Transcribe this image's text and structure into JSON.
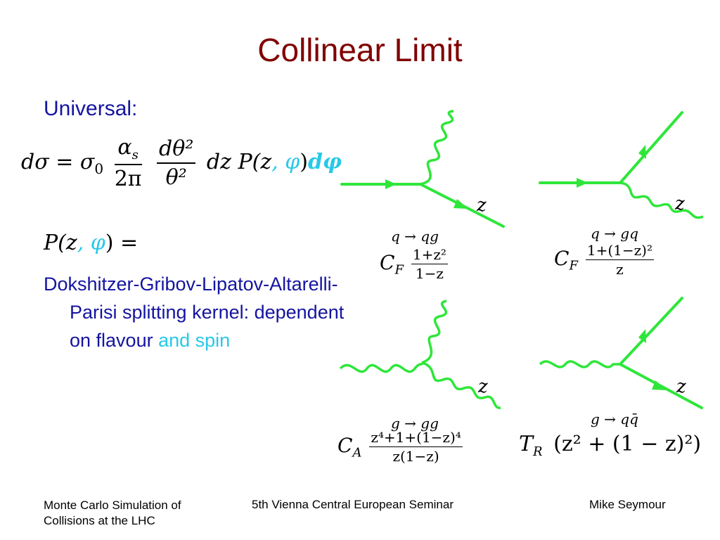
{
  "slide": {
    "title": "Collinear Limit",
    "universal_label": "Universal:",
    "formula": {
      "lhs": "dσ",
      "eq": "=",
      "sigma0": "σ",
      "sigma0_sub": "0",
      "frac1_num": "α",
      "frac1_num_sub": "s",
      "frac1_den": "2π",
      "frac2_num": "dθ²",
      "frac2_den": "θ²",
      "dz": "dz",
      "P": "P(z",
      "phi_part": ", φ",
      "close": ")",
      "dphi": "dφ"
    },
    "pformula": {
      "P": "P(z",
      "phi_part": ", φ",
      "close": ") ="
    },
    "description": {
      "main": "Dokshitzer-Gribov-Lipatov-Altarelli-Parisi splitting kernel: dependent on flavour",
      "highlight": "and spin"
    },
    "diagrams": {
      "z_label": "z",
      "qqg": {
        "process": "q → qg",
        "coef": "C",
        "coef_sub": "F",
        "num": "1+z²",
        "den": "1−z"
      },
      "qgq": {
        "process": "q → gq",
        "coef": "C",
        "coef_sub": "F",
        "num": "1+(1−z)²",
        "den": "z"
      },
      "ggg": {
        "process": "g → gg",
        "coef": "C",
        "coef_sub": "A",
        "num": "z⁴+1+(1−z)⁴",
        "den": "z(1−z)"
      },
      "gqq": {
        "process": "g → qq̄",
        "coef": "T",
        "coef_sub": "R",
        "expr": "(z² + (1 − z)²)"
      }
    },
    "footer": {
      "left": "Monte Carlo Simulation of Collisions at the LHC",
      "center": "5th Vienna Central European Seminar",
      "right": "Mike Seymour"
    },
    "colors": {
      "title": "#800000",
      "text": "#1414a0",
      "highlight": "#28c8e8",
      "line": "#2ee63a"
    }
  }
}
